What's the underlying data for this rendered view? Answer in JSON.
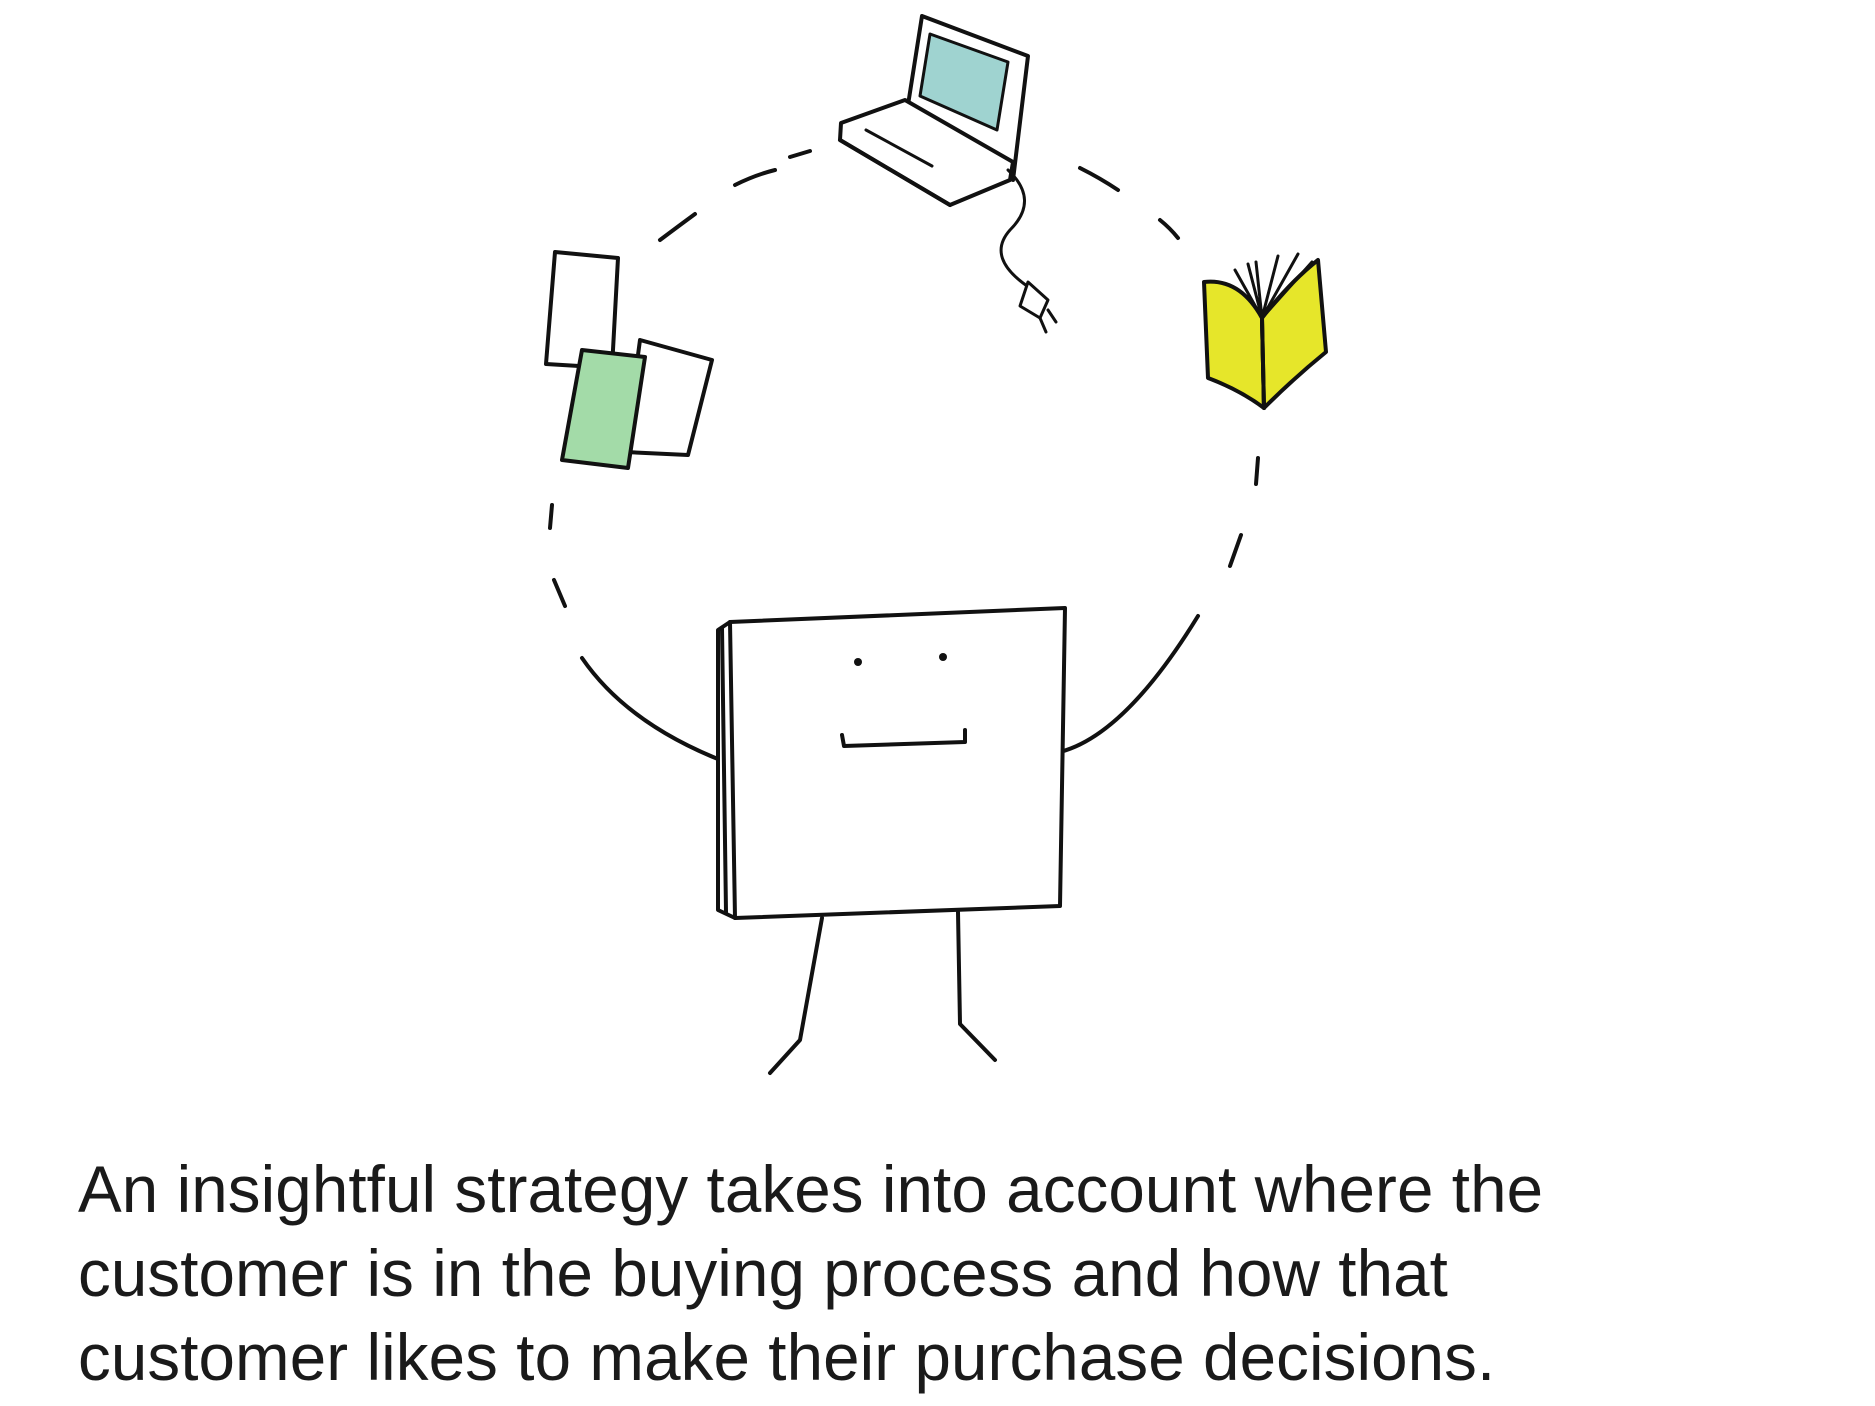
{
  "caption": {
    "lines": [
      "An insightful strategy takes into account where the",
      "customer is in the buying process and how that",
      "customer likes to make their purchase decisions."
    ]
  },
  "colors": {
    "ink": "#111111",
    "screen": "#9fd3d0",
    "card": "#a3dba8",
    "book": "#e6e62a",
    "background": "#ffffff"
  },
  "icons": {
    "laptop": "laptop-icon",
    "cards": "document-cards-icon",
    "book": "book-icon",
    "character": "smiling-box-character"
  }
}
